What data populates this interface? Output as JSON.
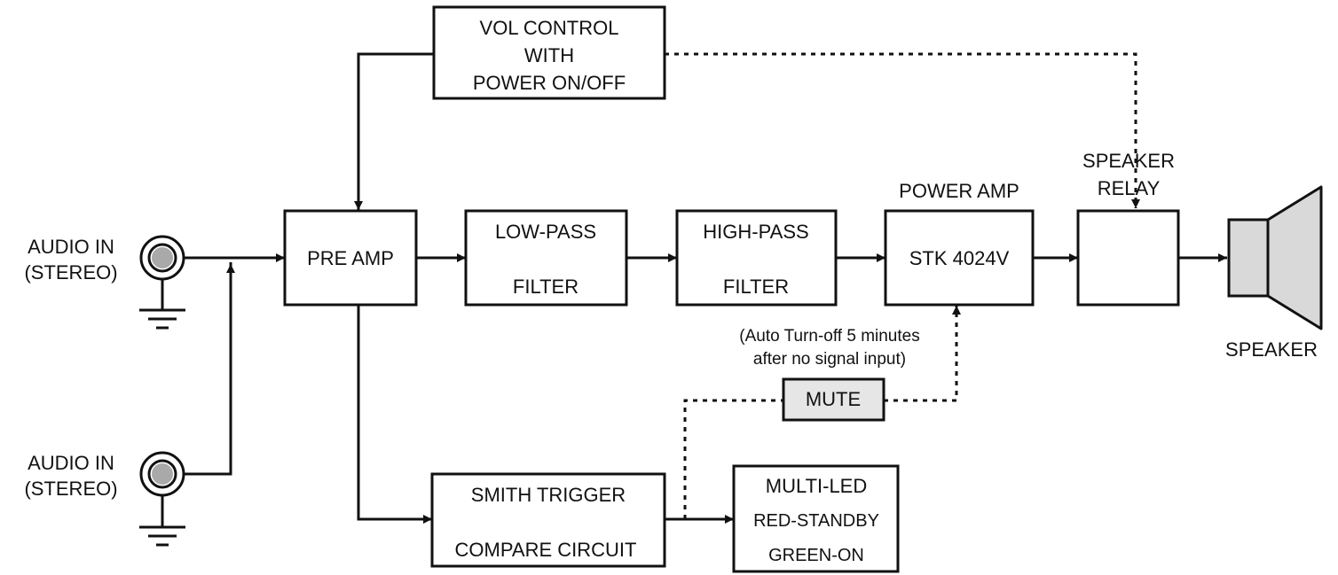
{
  "inputs": [
    {
      "line1": "AUDIO IN",
      "line2": "(STEREO)"
    },
    {
      "line1": "AUDIO IN",
      "line2": "(STEREO)"
    }
  ],
  "vol_control": {
    "line1": "VOL CONTROL",
    "line2": "WITH",
    "line3": "POWER ON/OFF"
  },
  "pre_amp": "PRE AMP",
  "low_pass": {
    "line1": "LOW-PASS",
    "line2": "FILTER"
  },
  "high_pass": {
    "line1": "HIGH-PASS",
    "line2": "FILTER"
  },
  "power_amp": {
    "title": "POWER AMP",
    "model": "STK 4024V"
  },
  "speaker_relay": {
    "line1": "SPEAKER",
    "line2": "RELAY"
  },
  "speaker": "SPEAKER",
  "mute": "MUTE",
  "auto_note": {
    "line1": "(Auto Turn-off 5 minutes",
    "line2": "after no signal input)"
  },
  "smith_trigger": {
    "line1": "SMITH TRIGGER",
    "line2": "COMPARE CIRCUIT"
  },
  "multi_led": {
    "line1": "MULTI-LED",
    "line2": "RED-STANDBY",
    "line3": "GREEN-ON"
  },
  "colors": {
    "line": "#111111",
    "mute_fill": "#e6e6e6",
    "jack_center": "#a9a9a9",
    "speaker_fill": "#d9d9d9"
  }
}
